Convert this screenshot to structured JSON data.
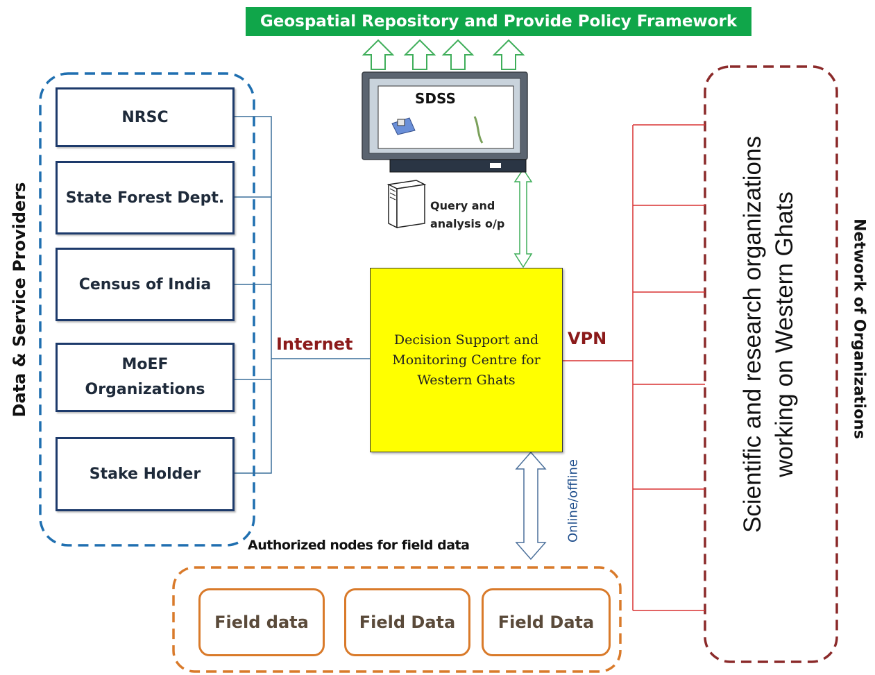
{
  "banner": {
    "title": "Geospatial Repository and Provide Policy Framework"
  },
  "providers": {
    "group_label": "Data & Service Providers",
    "items": [
      {
        "label": "NRSC"
      },
      {
        "label": "State Forest Dept."
      },
      {
        "label": "Census of India"
      },
      {
        "label": "MoEF Organizations"
      },
      {
        "label": "Stake Holder"
      }
    ]
  },
  "center": {
    "label": "Decision Support and Monitoring Centre for Western Ghats"
  },
  "connections": {
    "internet": "Internet",
    "vpn": "VPN",
    "online_offline": "Online/offline"
  },
  "sdss": {
    "label": "SDSS",
    "query_label": "Query and analysis o/p"
  },
  "field": {
    "group_label": "Authorized nodes for field data",
    "items": [
      {
        "label": "Field data"
      },
      {
        "label": "Field Data"
      },
      {
        "label": "Field Data"
      }
    ]
  },
  "network": {
    "group_label": "Network of Organizations",
    "line1": "Scientific and research organizations",
    "line2": "working on Western Ghats"
  },
  "colors": {
    "banner": "#10a64a",
    "center_box": "#ffff00",
    "providers_group_border": "#1f6fb0",
    "network_group_border": "#8b2a2a",
    "field_group_border": "#d97a2a",
    "internet_lines": "#3a6f9a",
    "vpn_lines": "#d93030",
    "green_arrows": "#3fae5a"
  }
}
